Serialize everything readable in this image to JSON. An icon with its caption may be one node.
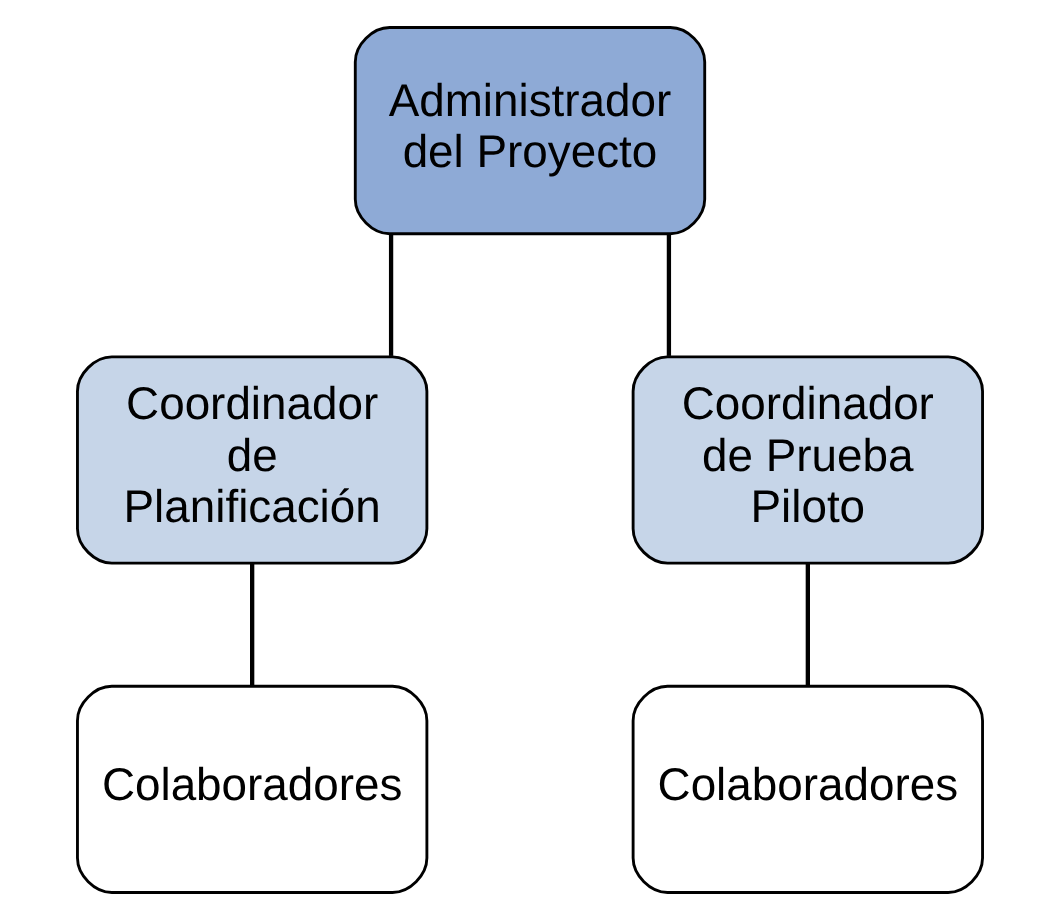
{
  "diagram": {
    "nodes": [
      {
        "text": [
          "Administrador del Proyecto"
        ]
      },
      {
        "text": [
          "Coordinador de Planificación"
        ]
      },
      {
        "text": [
          "Coordinador de Prueba Piloto"
        ]
      },
      {
        "text": [
          "Colaboradores"
        ]
      },
      {
        "text": [
          "Colaboradores"
        ]
      }
    ],
    "edges": [
      {
        "from": 0,
        "to": 1,
        "arrow": "none"
      },
      {
        "from": 0,
        "to": 2,
        "arrow": "none"
      },
      {
        "from": 1,
        "to": 3,
        "arrow": "none"
      },
      {
        "from": 2,
        "to": 4,
        "arrow": "none"
      }
    ]
  }
}
